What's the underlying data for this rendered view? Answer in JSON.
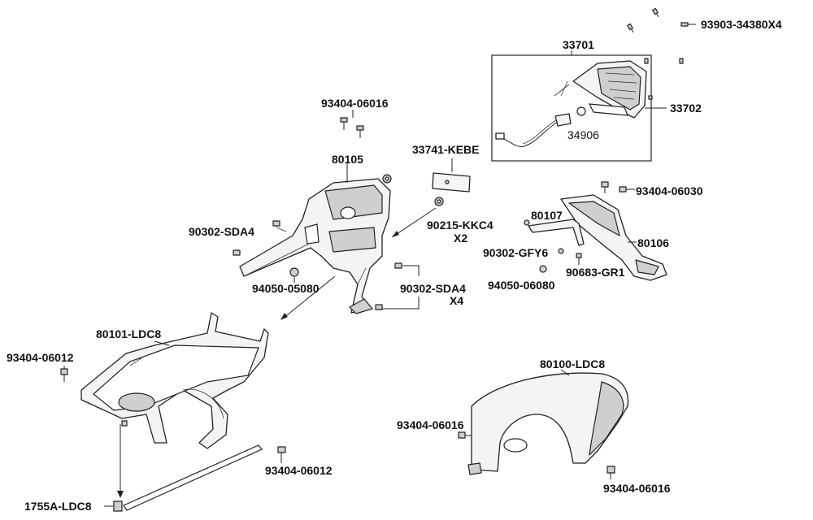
{
  "labels": {
    "l_93903": "93903-34380X4",
    "l_33701": "33701",
    "l_33702": "33702",
    "l_34906": "34906",
    "l_93404_06016_top": "93404-06016",
    "l_80105": "80105",
    "l_33741": "33741-KEBE",
    "l_93404_06030": "93404-06030",
    "l_90302_sda4_left": "90302-SDA4",
    "l_90215": "90215-KKC4",
    "l_x2": "X2",
    "l_80107": "80107",
    "l_80106": "80106",
    "l_90302_gfy6": "90302-GFY6",
    "l_90683": "90683-GR1",
    "l_94050_05080": "94050-05080",
    "l_90302_sda4_right": "90302-SDA4",
    "l_x4": "X4",
    "l_94050_06080": "94050-06080",
    "l_80101": "80101-LDC8",
    "l_93404_06012_left": "93404-06012",
    "l_80100": "80100-LDC8",
    "l_93404_06016_mid": "93404-06016",
    "l_93404_06012_bottom": "93404-06012",
    "l_93404_06016_bottom": "93404-06016",
    "l_1755a": "1755A-LDC8"
  },
  "icons": {
    "bolt": "bolt-icon",
    "nut": "nut-icon",
    "clip": "clip-icon"
  },
  "colors": {
    "line": "#222222",
    "fill": "#f4f4f4",
    "shade": "#cfcfcf"
  }
}
